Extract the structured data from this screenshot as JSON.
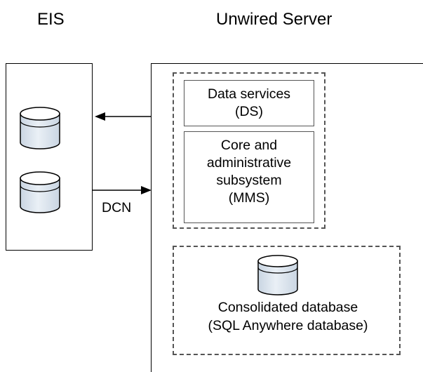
{
  "headers": {
    "eis": "EIS",
    "unwired_server": "Unwired Server"
  },
  "data_services": {
    "line1": "Data services",
    "line2": "(DS)"
  },
  "core_subsystem": {
    "line1": "Core and",
    "line2": "administrative",
    "line3": "subsystem",
    "line4": "(MMS)"
  },
  "consolidated_db": {
    "line1": "Consolidated database",
    "line2": "(SQL Anywhere database)"
  },
  "connection": {
    "dcn_label": "DCN"
  },
  "icons": {
    "database": "database-cylinder-icon",
    "arrow": "arrow-head-icon"
  },
  "colors": {
    "cylinder_fill": "#dde6ef",
    "cylinder_top": "#ffffff",
    "dashed_border": "#555555",
    "line": "#000000"
  }
}
